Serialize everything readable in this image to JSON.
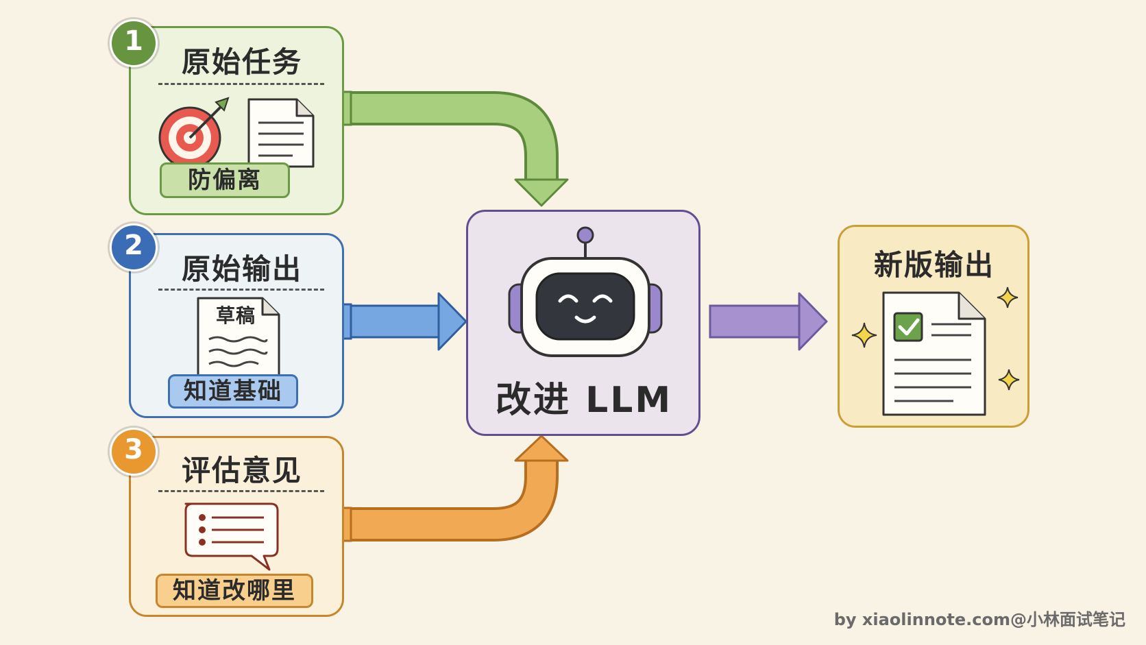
{
  "inputs": [
    {
      "number": "1",
      "title": "原始任务",
      "tag": "防偏离",
      "color": "#7aa84e"
    },
    {
      "number": "2",
      "title": "原始输出",
      "tag": "知道基础",
      "color": "#4a79c4",
      "doc_label": "草稿"
    },
    {
      "number": "3",
      "title": "评估意见",
      "tag": "知道改哪里",
      "color": "#e8982f"
    }
  ],
  "center": {
    "label": "改进 LLM",
    "color": "#7d6bb0"
  },
  "output": {
    "title": "新版输出",
    "color": "#e0b84a"
  },
  "footer": "by xiaolinnote.com@小林面试笔记"
}
